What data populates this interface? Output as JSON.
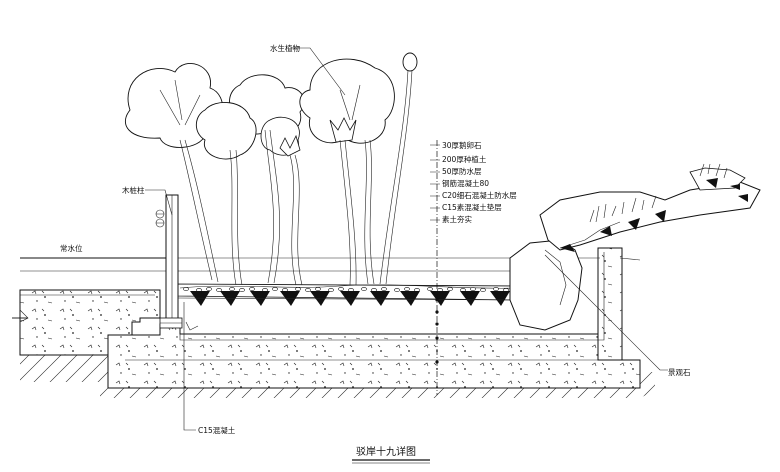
{
  "labels": {
    "aquatic_plant": "水生植物",
    "wood_pile": "木桩柱",
    "normal_water_level": "常水位",
    "natural_stone": "景观石",
    "c15_concrete": "C15混凝土",
    "title": "驳岸十九详图"
  },
  "layers": [
    "30厚鹅卵石",
    "200厚种植土",
    "50厚防水层",
    "钢筋混凝土80",
    "C20细石混凝土防水层",
    "C15素混凝土垫层",
    "素土夯实"
  ]
}
